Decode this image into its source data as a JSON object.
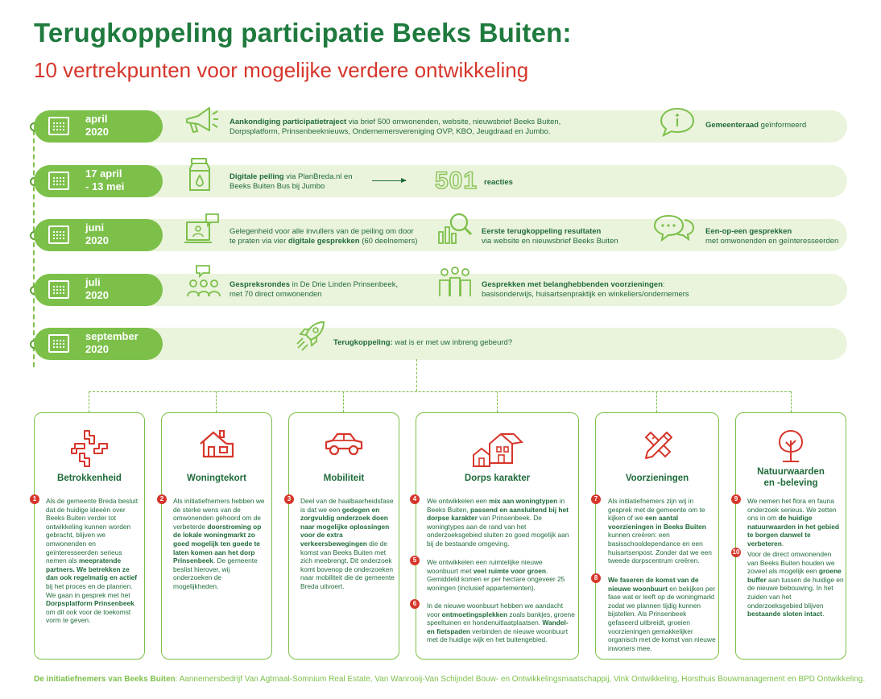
{
  "title": "Terugkoppeling participatie Beeks Buiten:",
  "subtitle": "10 vertrekpunten voor mogelijke verdere ontwikkeling",
  "timeline": [
    {
      "date1": "april",
      "date2": "2020"
    },
    {
      "date1": "17 april",
      "date2": "- 13 mei"
    },
    {
      "date1": "juni",
      "date2": "2020"
    },
    {
      "date1": "juli",
      "date2": "2020"
    },
    {
      "date1": "september",
      "date2": "2020"
    }
  ],
  "r1": {
    "a_bold": "Aankondiging participatietraject",
    "a_rest": " via brief 500 omwonenden, website, nieuwsbrief Beeks Buiten,",
    "a_line2": "Dorpsplatform, Prinsenbeeknieuws, Ondernemersvereniging OVP, KBO, Jeugdraad en Jumbo.",
    "b_bold": "Gemeenteraad",
    "b_rest": " geïnformeerd"
  },
  "r2": {
    "a_bold": "Digitale peiling",
    "a_rest": " via PlanBreda.nl en",
    "a_line2": "Beeks Buiten Bus bij Jumbo",
    "count": "501",
    "count_label": "reacties"
  },
  "r3": {
    "a_line1": "Gelegenheid voor alle invullers van de peiling om door",
    "a_pre": "te praten via vier ",
    "a_bold": "digitale gesprekken",
    "a_post": " (60 deelnemers)",
    "b_bold": "Eerste terugkoppeling resultaten",
    "b_line2": "via website en nieuwsbrief Beeks Buiten",
    "c_bold": "Een-op-een gesprekken",
    "c_line2": "met omwonenden en geïnteresseerden"
  },
  "r4": {
    "a_bold": "Gespreksrondes",
    "a_rest": " in De Drie Linden Prinsenbeek,",
    "a_line2": "met 70 direct omwonenden",
    "b_bold": "Gesprekken met belanghebbenden voorzieningen",
    "b_colon": ":",
    "b_line2": "basisonderwijs, huisartsenpraktijk en winkeliers/ondernemers"
  },
  "r5": {
    "a_bold": "Terugkoppeling:",
    "a_rest": " wat is er met uw inbreng gebeurd?"
  },
  "cards": {
    "c1": "Betrokkenheid",
    "c2": "Woningtekort",
    "c3": "Mobiliteit",
    "c4": "Dorps karakter",
    "c5": "Voorzieningen",
    "c6a": "Natuurwaarden",
    "c6b": "en -beleving"
  },
  "nums": [
    "1",
    "2",
    "3",
    "4",
    "5",
    "6",
    "7",
    "8",
    "9",
    "10"
  ],
  "footer_bold": "De initiatiefnemers van Beeks Buiten",
  "footer_rest": ": Aannemersbedrijf Van Agtmaal-Somnium Real Estate, Van Wanrooij-Van Schijndel Bouw- en Ontwikkelingsmaatschappij, Vink Ontwikkeling, Horsthuis Bouwmanagement en BPD Ontwikkeling."
}
